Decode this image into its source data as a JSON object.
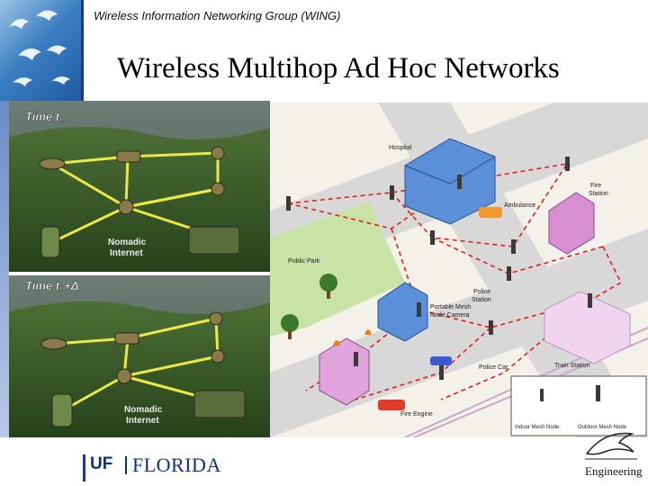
{
  "header": {
    "group_name": "Wireless Information Networking Group (WING)",
    "title": "Wireless Multihop Ad Hoc Networks"
  },
  "left_image": {
    "panels": [
      {
        "time_label": "Time t₀",
        "overlay_label_1": "Nomadic",
        "overlay_label_2": "Internet"
      },
      {
        "time_label": "Time t₀+Δ",
        "overlay_label_1": "Nomadic",
        "overlay_label_2": "Internet"
      }
    ]
  },
  "right_image": {
    "labels": {
      "hospital": "Hospital",
      "ambulance": "Ambulance",
      "fire_station_1": "Fire",
      "fire_station_2": "Station",
      "public_park": "Public Park",
      "police_station_1": "Police",
      "police_station_2": "Station",
      "portable_mesh_1": "Portable Mesh",
      "portable_mesh_2": "Node Camera",
      "police_car": "Police Car",
      "train_station": "Train Station",
      "fire_engine": "Fire Engine",
      "legend_indoor": "Indoor Mesh Node",
      "legend_outdoor": "Outdoor Mesh Node"
    }
  },
  "footer": {
    "uf_mark": "UF",
    "university": "FLORIDA",
    "college": "Engineering"
  },
  "colors": {
    "accent_navy": "#1a3a8a",
    "uf_blue": "#12307a",
    "mesh_link_red": "#e02020",
    "field_link_yellow": "#f4f04a"
  }
}
